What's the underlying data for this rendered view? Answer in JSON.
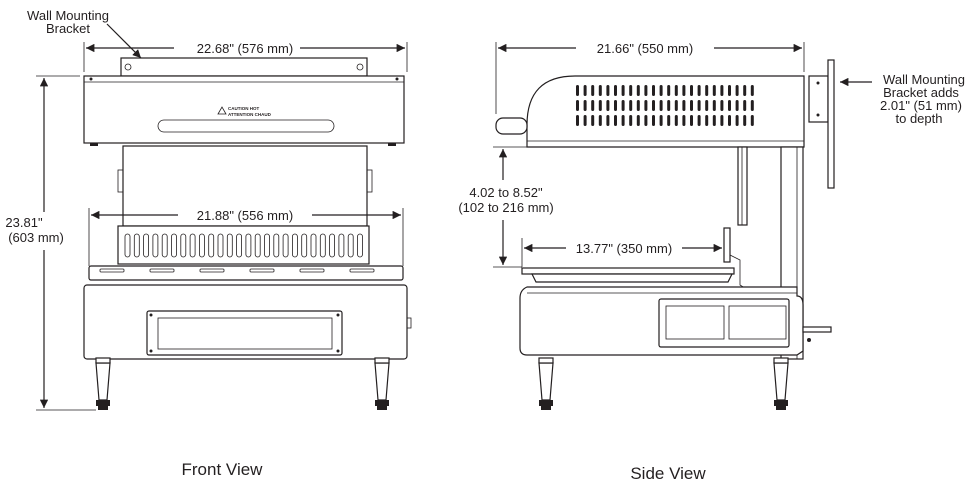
{
  "front_view": {
    "label": "Front View",
    "bracket_label_line1": "Wall Mounting",
    "bracket_label_line2": "Bracket",
    "width_top": "22.68\" (576 mm)",
    "width_plate": "21.88\" (556 mm)",
    "height_line1": "23.81\"",
    "height_line2": "(603 mm)",
    "caution_line1": "CAUTION HOT",
    "caution_line2": "ATTENTION CHAUD"
  },
  "side_view": {
    "label": "Side View",
    "depth": "21.66\" (550 mm)",
    "gap_line1": "4.02 to 8.52\"",
    "gap_line2": "(102 to 216 mm)",
    "platen_depth": "13.77\" (350 mm)",
    "bracket_note_line1": "Wall Mounting",
    "bracket_note_line2": "Bracket adds",
    "bracket_note_line3": "2.01\" (51 mm)",
    "bracket_note_line4": "to depth"
  }
}
